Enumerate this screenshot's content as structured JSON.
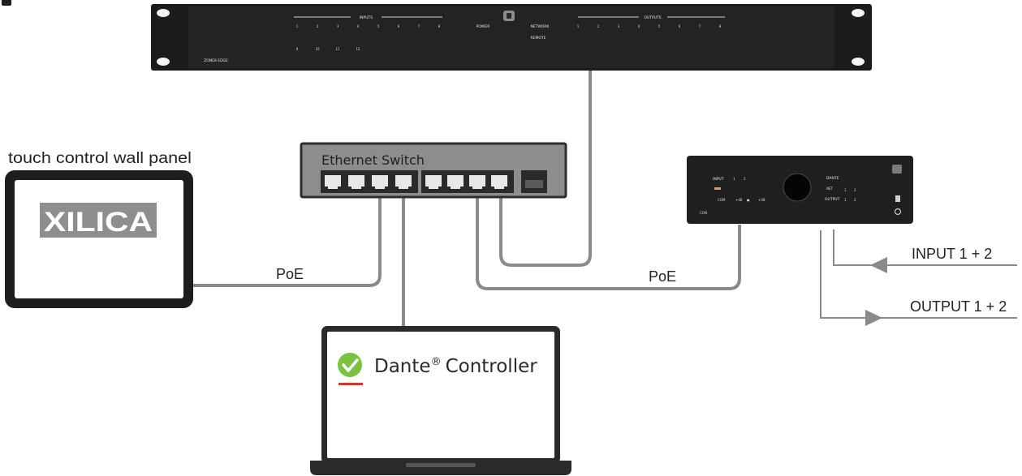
{
  "rack_unit": {
    "model": "ZONE8 EDGE",
    "inputs_label": "INPUTS",
    "outputs_label": "OUTPUTS",
    "power_label": "POWER",
    "network_label": "NETWORK",
    "remote_label": "REMOTE",
    "input_numbers": [
      "1",
      "2",
      "3",
      "4",
      "5",
      "6",
      "7",
      "8"
    ],
    "input_numbers_row2": [
      "9",
      "10",
      "11",
      "12"
    ],
    "output_numbers": [
      "1",
      "2",
      "3",
      "4",
      "5",
      "6",
      "7",
      "8"
    ]
  },
  "wall_panel": {
    "caption": "touch control wall panel",
    "brand": "XILICA"
  },
  "ethernet_switch": {
    "label": "Ethernet Switch"
  },
  "edge_device": {
    "input_label": "INPUT",
    "output_label": "OUTPUT",
    "dante_label": "DANTE"
  },
  "connections": {
    "poe_left": "PoE",
    "poe_right": "PoE",
    "input_line": "INPUT 1 + 2",
    "output_line": "OUTPUT 1 + 2"
  },
  "laptop": {
    "app_name": "Dante",
    "reg_mark": "®",
    "app_suffix": "Controller"
  },
  "colors": {
    "device_dark": "#1e1e1e",
    "cable": "#888888",
    "switch_body": "#8c8c8c",
    "check_green": "#7cc242",
    "underline_red": "#d0362b"
  }
}
